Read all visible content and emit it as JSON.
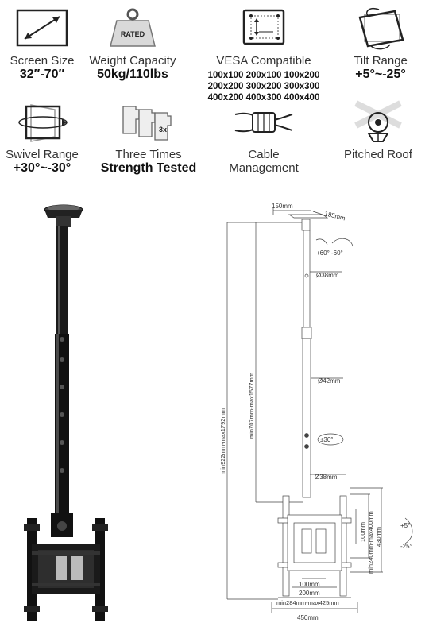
{
  "features": [
    {
      "label": "Screen Size",
      "value": "32″-70″",
      "icon": "screen-size-icon"
    },
    {
      "label": "Weight Capacity",
      "value": "50kg/110lbs",
      "weight_tag": "RATED",
      "icon": "weight-icon"
    },
    {
      "label": "VESA Compatible",
      "icon": "vesa-icon",
      "vesa_rows": [
        "100x100 200x100 100x200",
        "200x200 300x200 300x300",
        "400x200 400x300 400x400"
      ]
    },
    {
      "label": "Tilt Range",
      "value": "+5°~-25°",
      "icon": "tilt-icon"
    },
    {
      "label": "Swivel Range",
      "value": "+30°~-30°",
      "icon": "swivel-icon"
    },
    {
      "label": "Three Times",
      "value": "Strength Tested",
      "badge": "3x",
      "icon": "three-times-icon"
    },
    {
      "label_line1": "Cable",
      "label_line2": "Management",
      "icon": "cable-icon"
    },
    {
      "label": "Pitched Roof",
      "icon": "pitched-roof-icon"
    }
  ],
  "diagram": {
    "plate_width": "150mm",
    "plate_depth": "185mm",
    "rotation": "+60°  -60°",
    "pole_top": "Ø38mm",
    "pole_mid": "Ø42mm",
    "swivel": "±30°",
    "pole_bottom": "Ø38mm",
    "total_height": "min922mm-max1792mm",
    "pole_height": "min707mm-max1577mm",
    "bracket_height": "430mm",
    "vertical_range": "min240mm-max400mm",
    "hole_100_v": "100mm",
    "tilt_up": "+5°",
    "tilt_down": "-25°",
    "w100": "100mm",
    "w200": "200mm",
    "hole_range": "min284mm-max425mm",
    "bracket_width": "450mm"
  }
}
